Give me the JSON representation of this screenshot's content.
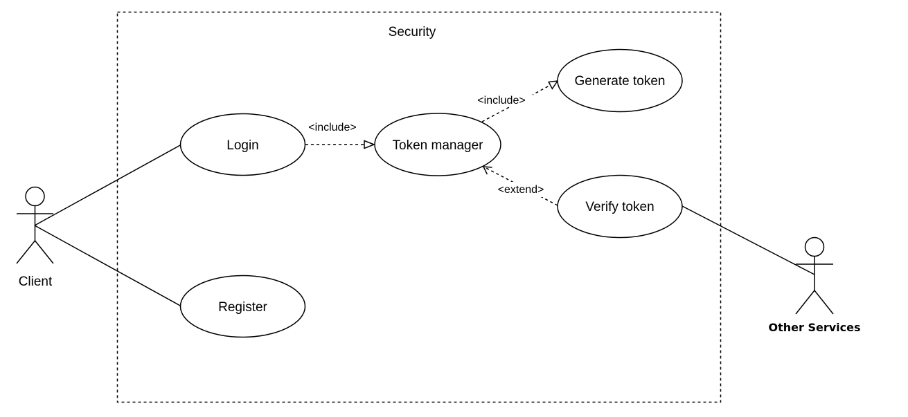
{
  "system_boundary": {
    "title": "Security"
  },
  "use_cases": {
    "login": "Login",
    "register": "Register",
    "token_manager": "Token manager",
    "generate_token": "Generate token",
    "verify_token": "Verify token"
  },
  "actors": {
    "client": "Client",
    "other_services": "Other Services"
  },
  "relationships": {
    "login_to_token_manager": "<include>",
    "token_manager_to_generate_token": "<include>",
    "verify_token_to_token_manager": "<extend>"
  },
  "colors": {
    "stroke": "#000000",
    "background": "#ffffff",
    "label_background": "#ffffff"
  }
}
